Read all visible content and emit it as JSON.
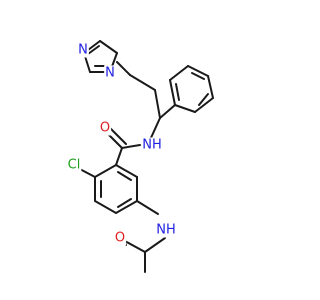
{
  "atoms": {
    "imidazole_n1": {
      "symbol": "N",
      "color": "#2020e0"
    },
    "imidazole_n3": {
      "symbol": "N",
      "color": "#2020e0"
    },
    "amide_nh": {
      "symbol": "NH",
      "color": "#2020e0"
    },
    "amide_o": {
      "symbol": "O",
      "color": "#e02020"
    },
    "chloro": {
      "symbol": "Cl",
      "color": "#20a020"
    },
    "acetamide_nh": {
      "symbol": "NH",
      "color": "#2020e0"
    },
    "acetyl_o": {
      "symbol": "O",
      "color": "#e02020"
    }
  },
  "colors": {
    "bond": "#1a1a1a",
    "background": "#ffffff"
  }
}
